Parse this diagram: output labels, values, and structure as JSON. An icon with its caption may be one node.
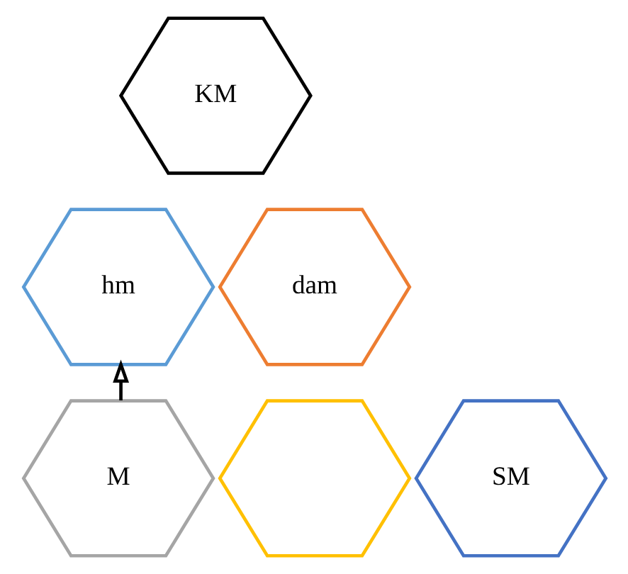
{
  "diagram": {
    "nodes": [
      {
        "text": [
          "KM"
        ]
      },
      {
        "text": [
          "hm"
        ]
      },
      {
        "text": [
          "dam"
        ]
      },
      {
        "text": [
          "M"
        ]
      },
      {
        "text": [],
        "shape": "hexagon"
      },
      {
        "text": [
          "SM"
        ]
      }
    ],
    "edges": [
      {
        "from": 3,
        "to": 1,
        "arrow": "to"
      }
    ]
  }
}
